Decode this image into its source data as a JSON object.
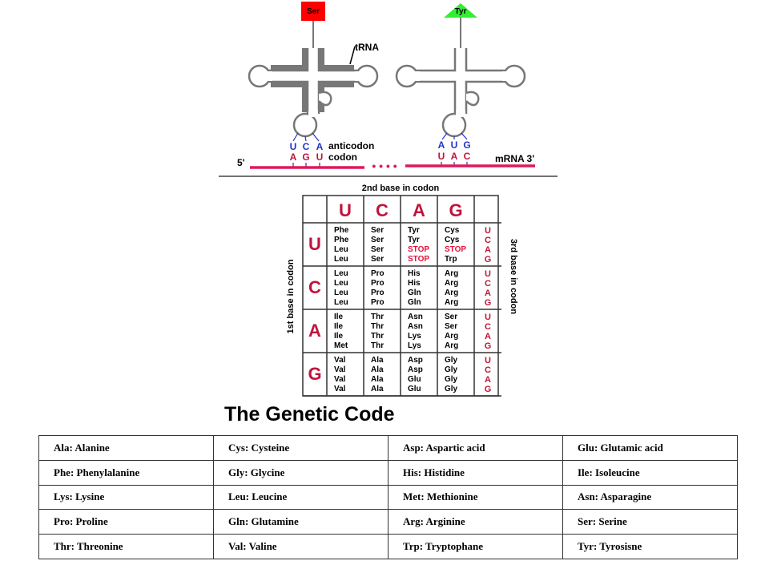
{
  "trna_left": {
    "amino_acid": "Ser",
    "label": "tRNA",
    "anticodon": [
      "U",
      "C",
      "A"
    ],
    "codon": [
      "A",
      "G",
      "U"
    ]
  },
  "trna_right": {
    "amino_acid": "Tyr",
    "anticodon": [
      "A",
      "U",
      "G"
    ],
    "codon": [
      "U",
      "A",
      "C"
    ]
  },
  "mrna": {
    "five_prime": "5'",
    "three_prime": "mRNA  3'",
    "dots": "• • • •"
  },
  "labels": {
    "anticodon": "anticodon",
    "codon": "codon"
  },
  "colors": {
    "ser_box": "#ff0000",
    "tyr_box": "#33ee33",
    "mrna": "#e0185a",
    "base_blue": "#2233cc",
    "letter_red": "#c0143c",
    "stop_red": "#e8103a"
  },
  "code_table": {
    "second_base_label": "2nd base in codon",
    "first_base_label": "1st base in codon",
    "third_base_label": "3rd base in codon",
    "bases": [
      "U",
      "C",
      "A",
      "G"
    ],
    "third_bases": [
      "U",
      "C",
      "A",
      "G"
    ],
    "cells": [
      [
        [
          "Phe",
          "Phe",
          "Leu",
          "Leu"
        ],
        [
          "Ser",
          "Ser",
          "Ser",
          "Ser"
        ],
        [
          "Tyr",
          "Tyr",
          "STOP",
          "STOP"
        ],
        [
          "Cys",
          "Cys",
          "STOP",
          "Trp"
        ]
      ],
      [
        [
          "Leu",
          "Leu",
          "Leu",
          "Leu"
        ],
        [
          "Pro",
          "Pro",
          "Pro",
          "Pro"
        ],
        [
          "His",
          "His",
          "Gln",
          "Gln"
        ],
        [
          "Arg",
          "Arg",
          "Arg",
          "Arg"
        ]
      ],
      [
        [
          "Ile",
          "Ile",
          "Ile",
          "Met"
        ],
        [
          "Thr",
          "Thr",
          "Thr",
          "Thr"
        ],
        [
          "Asn",
          "Asn",
          "Lys",
          "Lys"
        ],
        [
          "Ser",
          "Ser",
          "Arg",
          "Arg"
        ]
      ],
      [
        [
          "Val",
          "Val",
          "Val",
          "Val"
        ],
        [
          "Ala",
          "Ala",
          "Ala",
          "Ala"
        ],
        [
          "Asp",
          "Asp",
          "Glu",
          "Glu"
        ],
        [
          "Gly",
          "Gly",
          "Gly",
          "Gly"
        ]
      ]
    ]
  },
  "title": "The Genetic Code",
  "legend": [
    [
      "Ala: Alanine",
      "Cys: Cysteine",
      "Asp: Aspartic acid",
      "Glu: Glutamic acid"
    ],
    [
      "Phe: Phenylalanine",
      "Gly: Glycine",
      "His: Histidine",
      "Ile: Isoleucine"
    ],
    [
      "Lys: Lysine",
      "Leu: Leucine",
      "Met: Methionine",
      "Asn: Asparagine"
    ],
    [
      "Pro: Proline",
      "Gln: Glutamine",
      "Arg: Arginine",
      "Ser: Serine"
    ],
    [
      "Thr: Threonine",
      "Val: Valine",
      "Trp: Tryptophane",
      "Tyr: Tyrosisne"
    ]
  ]
}
